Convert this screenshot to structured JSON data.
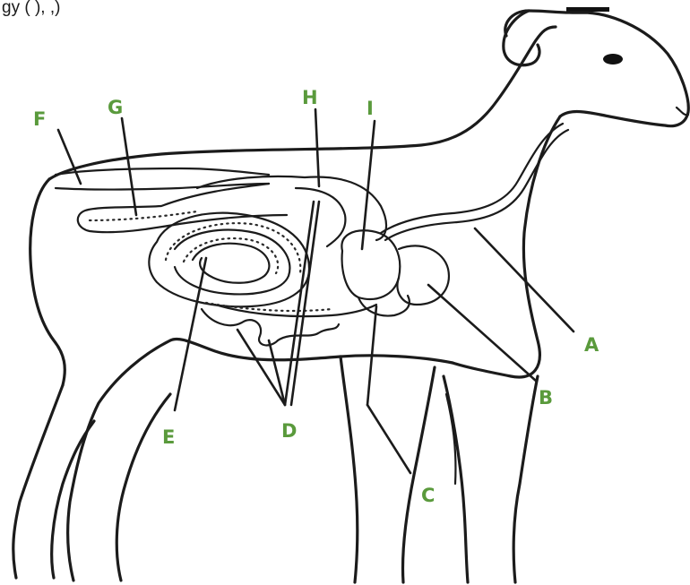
{
  "top_text": "gy (        ), ,)",
  "label_color": "#5a9a3c",
  "labels": {
    "A": "A",
    "B": "B",
    "C": "C",
    "D": "D",
    "E": "E",
    "F": "F",
    "G": "G",
    "H": "H",
    "I": "I"
  }
}
